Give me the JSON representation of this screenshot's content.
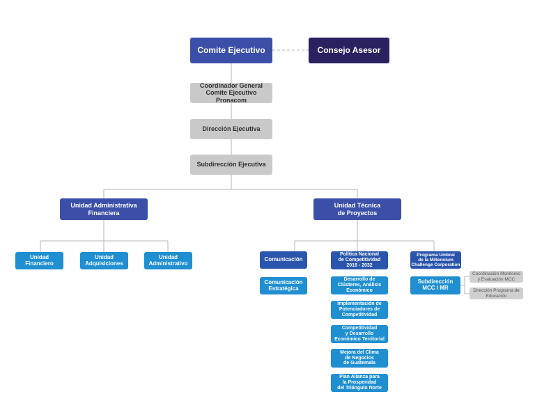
{
  "chart": {
    "comite": "Comite Ejecutivo",
    "consejo": "Consejo Asesor",
    "coordinador": "Coordinador General\nComite Ejecutivo Pronacom",
    "direccion": "Dirección Ejecutiva",
    "subdireccion": "Subdirección Ejecutiva",
    "unidad_admin": "Unidad Administrativa\nFinanciera",
    "unidad_tecnica": "Unidad Técnica\nde Proyectos",
    "financiero": "Unidad\nFinanciero",
    "adquisiciones": "Unidad\nAdquisiciones",
    "administrativo": "Unidad\nAdministrativo",
    "comunicacion": "Comunicación",
    "comunicacion_estrategica": "Comunicación\nEstratégica",
    "politica": "Política Nacional\nde Competitividad\n2018 - 2032",
    "clusteres": "Desarrollo de\nClústeres, Análisis\nEconómico",
    "potenciadores": "Implementación de\nPotenciadores de\nCompetitividad",
    "competitividad_territorial": "Competitividad\ny Desarrollo\nEconómico Territorial",
    "clima_negocios": "Mejora del Clima\nde Negocios\nde Guatemala",
    "plan_alianza": "Plan Alianza para\nla Prosperidad\ndel Triángulo Norte",
    "programa_umbral": "Programa Umbral\nde la Millennium\nChallenge Corporation",
    "subdireccion_mcc": "Subdirección\nMCC / MR",
    "coordinacion_monitoreo": "Coordinación Monitoreo\ny Evaluación MCC",
    "direccion_educacion": "Dirección Programa de\nEducación"
  },
  "colors": {
    "primary_blue": "#3b4fa8",
    "advisory_navy": "#2a2160",
    "staff_gray": "#c9c9c9",
    "unit_cyan": "#1f8fd1",
    "program_blue": "#2a55ad",
    "connector": "#b5b5b5"
  }
}
